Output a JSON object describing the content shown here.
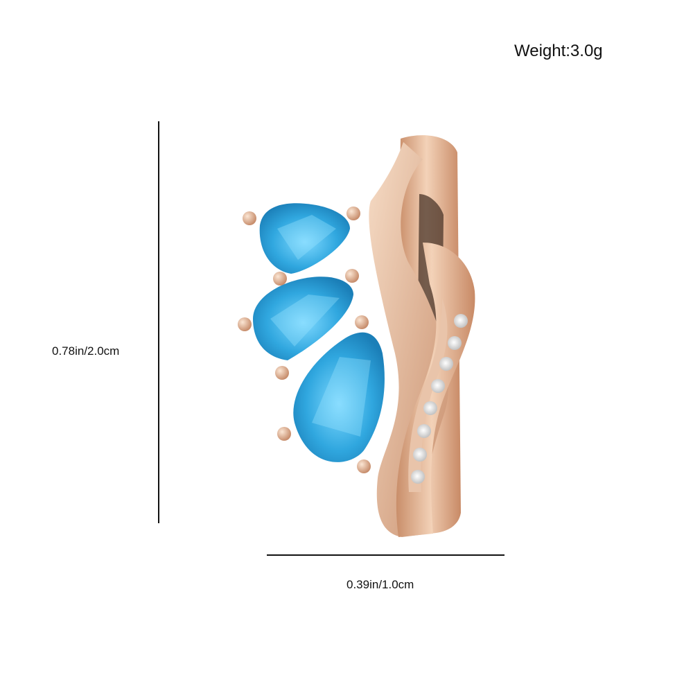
{
  "specs": {
    "weight": "Weight:3.0g",
    "height_dimension": "0.78in/2.0cm",
    "width_dimension": "0.39in/1.0cm"
  },
  "colors": {
    "background": "#ffffff",
    "gold": "#e7b896",
    "gem_blue": "#37b2e6",
    "crystal": "#f4f4f4"
  }
}
